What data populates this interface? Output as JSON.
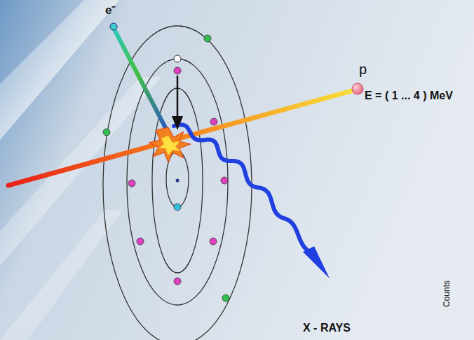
{
  "diagram": {
    "labels": [
      "e⁻",
      "p",
      "E = ( 1 ... 4 ) MeV",
      "X - RAYS",
      "Counts"
    ]
  }
}
